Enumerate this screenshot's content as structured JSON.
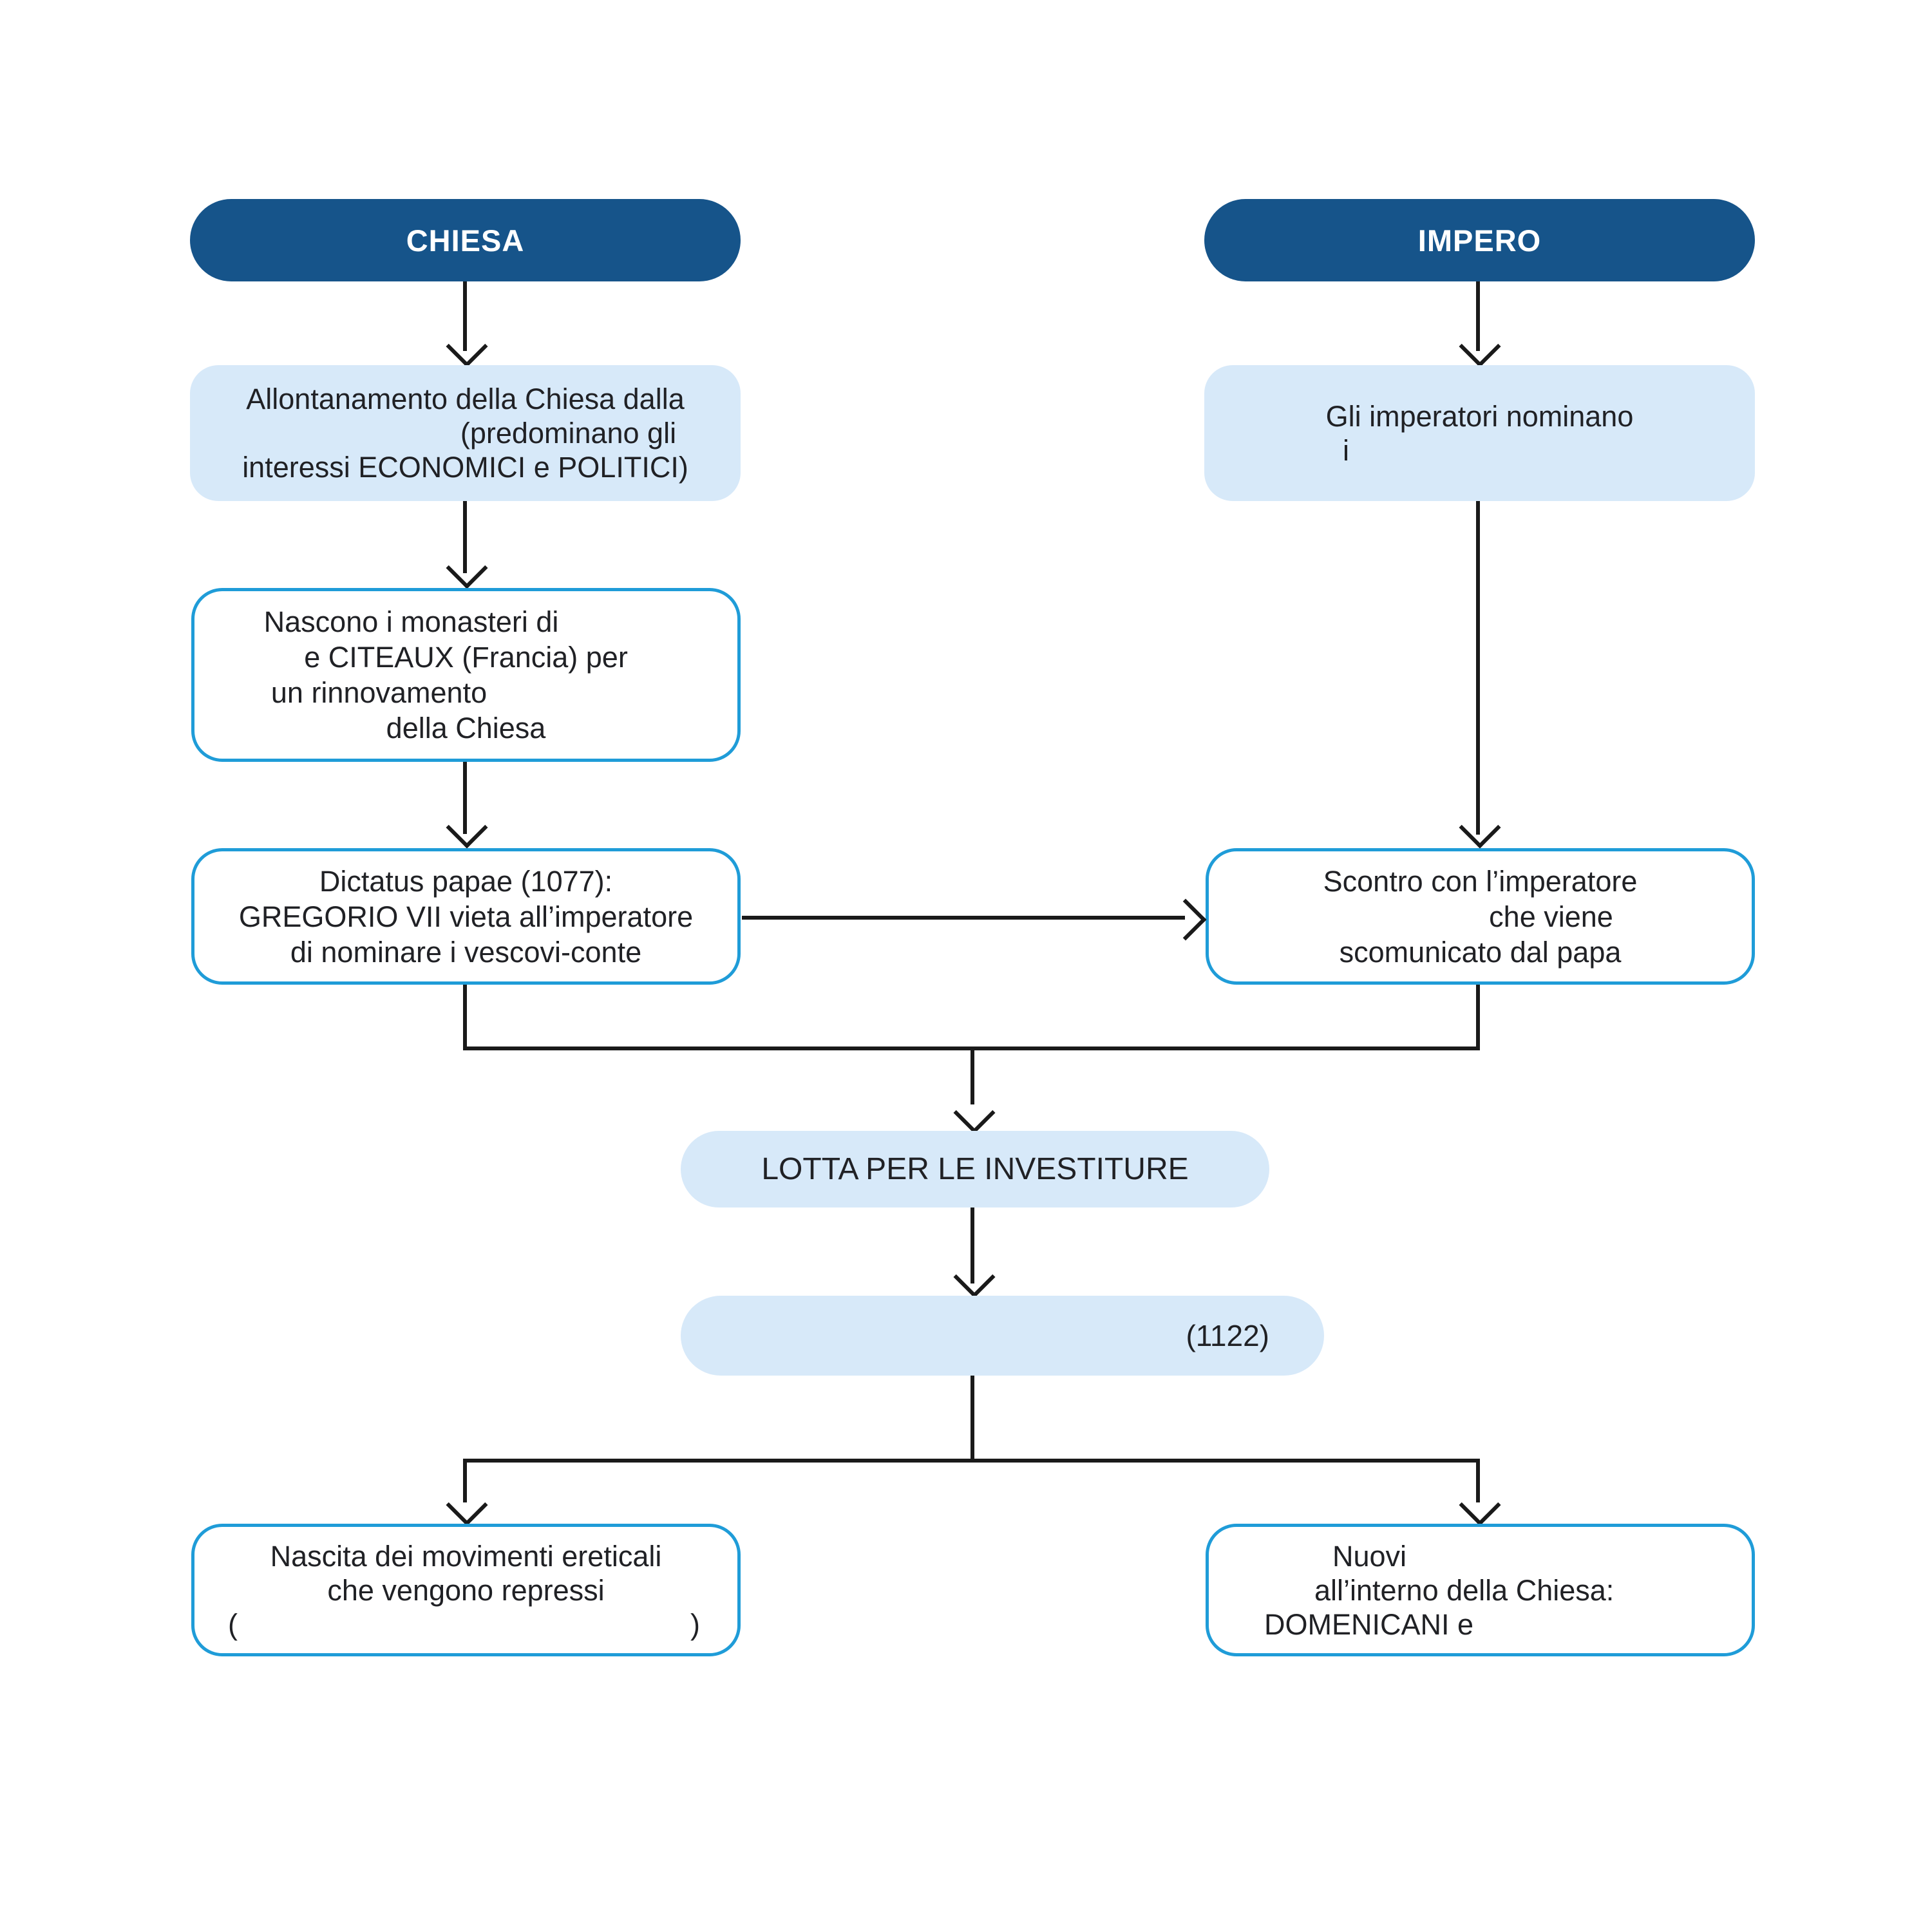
{
  "diagram": {
    "headers": {
      "left": "CHIESA",
      "right": "IMPERO"
    },
    "boxes": {
      "chiesa_cause": {
        "lines": [
          "Allontanamento della Chiesa dalla",
          "(predominano gli",
          "interessi ECONOMICI e POLITICI)"
        ]
      },
      "impero_cause": {
        "lines": [
          "Gli imperatori nominano",
          "i"
        ]
      },
      "monasteri": {
        "lines": [
          "Nascono i monasteri di",
          "e CITEAUX (Francia) per",
          "un rinnovamento",
          "della Chiesa"
        ]
      },
      "dictatus": {
        "lines": [
          "Dictatus papae (1077):",
          "GREGORIO VII vieta all’imperatore",
          "di nominare i vescovi-conte"
        ]
      },
      "scontro": {
        "lines": [
          "Scontro con l’imperatore",
          "che viene",
          "scomunicato dal papa"
        ]
      },
      "lotta": {
        "label": "LOTTA PER LE INVESTITURE"
      },
      "concordato": {
        "label": "(1122)"
      },
      "eretici": {
        "lines": [
          "Nascita dei movimenti ereticali",
          "che vengono repressi"
        ],
        "paren_open": "(",
        "paren_close": ")"
      },
      "ordini": {
        "lines": [
          "Nuovi",
          "all’interno della Chiesa:",
          "DOMENICANI e"
        ]
      }
    },
    "colors": {
      "header_bg": "#16548a",
      "light_bg": "#d7e9f9",
      "outline": "#1f9cd8",
      "text": "#202125",
      "line": "#1a1a1a"
    }
  }
}
